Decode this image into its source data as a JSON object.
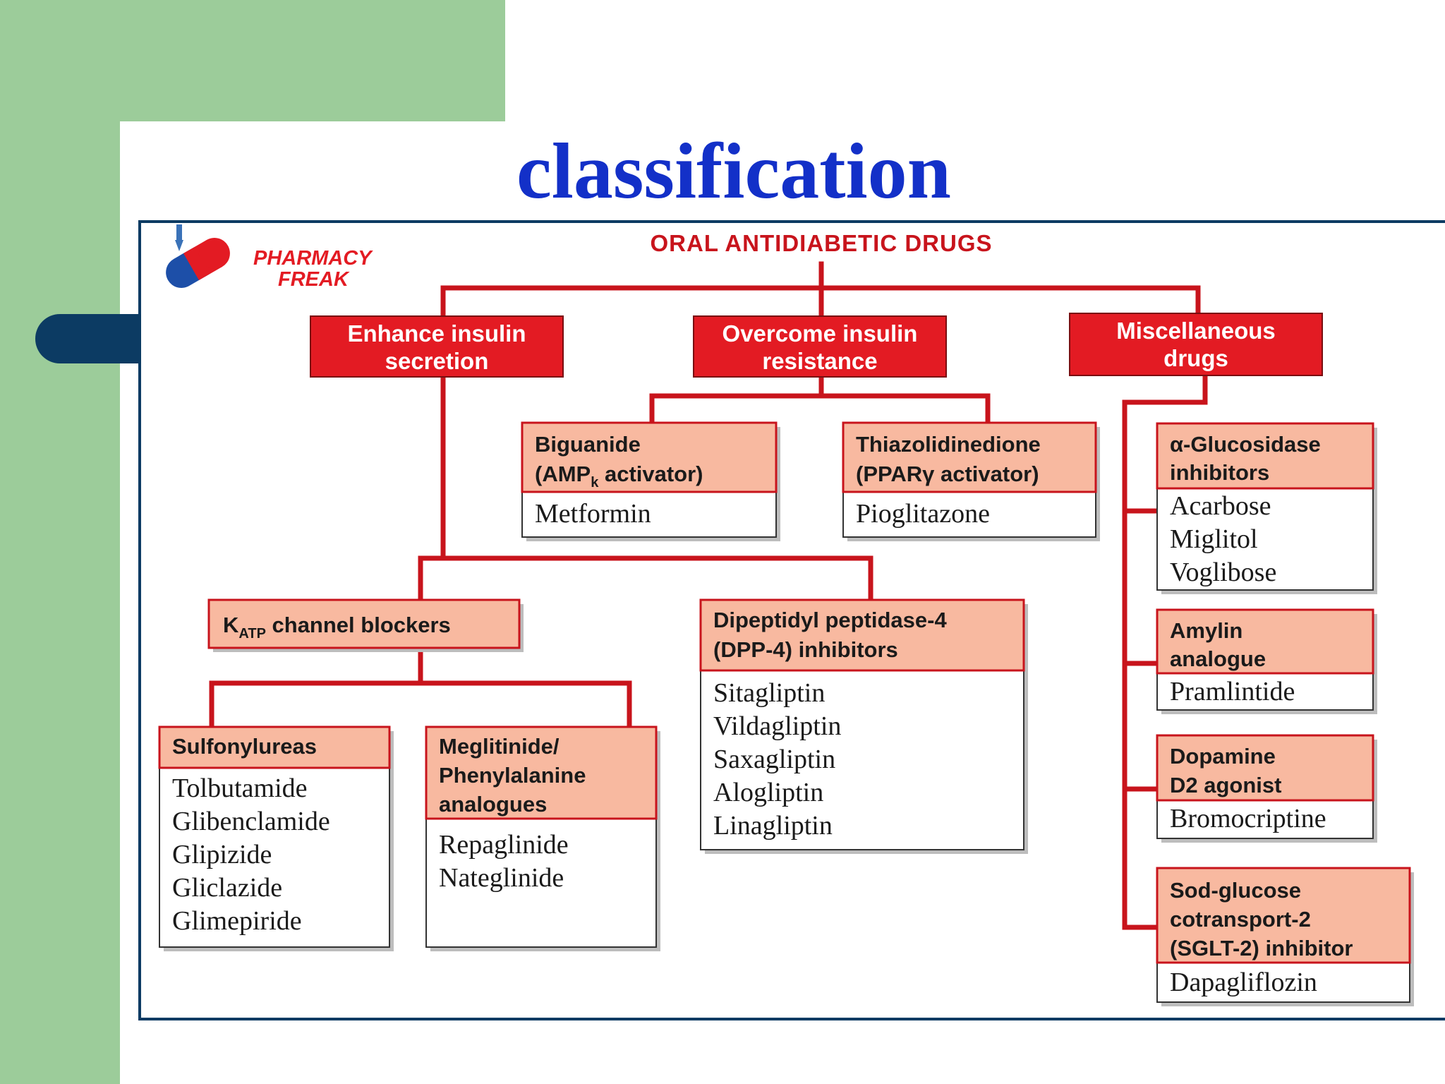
{
  "slide": {
    "title": "classification"
  },
  "logo": {
    "line1": "PHARMACY",
    "line2": "FREAK"
  },
  "diagram": {
    "root": "ORAL ANTIDIABETIC DRUGS",
    "categories": [
      {
        "line1": "Enhance insulin",
        "line2": "secretion"
      },
      {
        "line1": "Overcome insulin",
        "line2": "resistance"
      },
      {
        "line1": "Miscellaneous",
        "line2": "drugs"
      }
    ],
    "biguanide": {
      "line1": "Biguanide",
      "line2_pre": "(AMP",
      "line2_sub": "k",
      "line2_post": " activator)",
      "drugs": [
        "Metformin"
      ]
    },
    "thiazolidinedione": {
      "line1": "Thiazolidinedione",
      "line2": "(PPARγ activator)",
      "drugs": [
        "Pioglitazone"
      ]
    },
    "katp": {
      "pre": "K",
      "sub": "ATP",
      "post": " channel blockers"
    },
    "sulfonylureas": {
      "header": "Sulfonylureas",
      "drugs": [
        "Tolbutamide",
        "Glibenclamide",
        "Glipizide",
        "Gliclazide",
        "Glimepiride"
      ]
    },
    "meglitinide": {
      "line1": "Meglitinide/",
      "line2": "Phenylalanine",
      "line3": "analogues",
      "drugs": [
        "Repaglinide",
        "Nateglinide"
      ]
    },
    "dpp4": {
      "line1": "Dipeptidyl peptidase-4",
      "line2": "(DPP-4) inhibitors",
      "drugs": [
        "Sitagliptin",
        "Vildagliptin",
        "Saxagliptin",
        "Alogliptin",
        "Linagliptin"
      ]
    },
    "alpha_glucosidase": {
      "line1": "α-Glucosidase",
      "line2": "inhibitors",
      "drugs": [
        "Acarbose",
        "Miglitol",
        "Voglibose"
      ]
    },
    "amylin": {
      "line1": "Amylin",
      "line2": "analogue",
      "drugs": [
        "Pramlintide"
      ]
    },
    "dopamine": {
      "line1": "Dopamine",
      "line2": "D2 agonist",
      "drugs": [
        "Bromocriptine"
      ]
    },
    "sglt2": {
      "line1": "Sod-glucose",
      "line2": "cotransport-2",
      "line3": "(SGLT-2) inhibitor",
      "drugs": [
        "Dapagliflozin"
      ]
    }
  }
}
